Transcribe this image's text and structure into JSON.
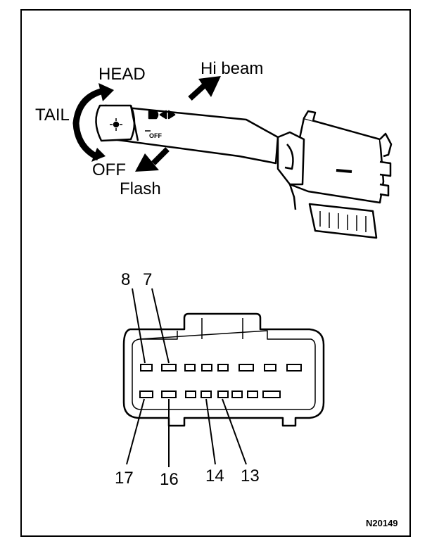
{
  "labels": {
    "head": "HEAD",
    "tail": "TAIL",
    "off": "OFF",
    "hi_beam": "Hi beam",
    "flash": "Flash",
    "lever_off": "OFF"
  },
  "pins_top": [
    "8",
    "7"
  ],
  "pins_bottom": [
    "17",
    "16",
    "14",
    "13"
  ],
  "figure_code": "N20149"
}
